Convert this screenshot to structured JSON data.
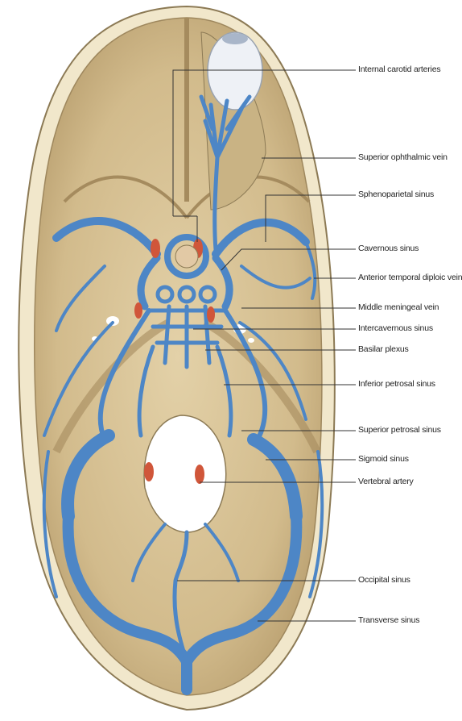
{
  "diagram": {
    "labels": [
      "Internal carotid arteries",
      "Superior ophthalmic vein",
      "Sphenoparietal sinus",
      "Cavernous sinus",
      "Anterior temporal diploic vein",
      "Middle meningeal vein",
      "Intercavernous sinus",
      "Basilar plexus",
      "Inferior petrosal sinus",
      "Superior petrosal sinus",
      "Sigmoid sinus",
      "Vertebral artery",
      "Occipital sinus",
      "Transverse sinus"
    ],
    "colors": {
      "bone": "#d9c49a",
      "bone_dark": "#b89e70",
      "sinus": "#4d86c6",
      "artery": "#d0563a",
      "skull_edge": "#efe3c4"
    }
  }
}
